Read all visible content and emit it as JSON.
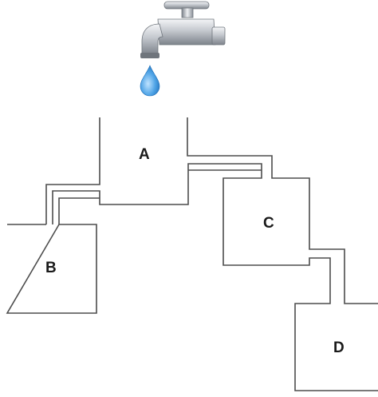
{
  "diagram": {
    "tanks": [
      {
        "id": "A",
        "label": "A"
      },
      {
        "id": "B",
        "label": "B"
      },
      {
        "id": "C",
        "label": "C"
      },
      {
        "id": "D",
        "label": "D"
      }
    ],
    "icons": {
      "faucet": "faucet-icon",
      "water_drop": "water-drop-icon"
    },
    "colors": {
      "line": "#4d4d4d",
      "faucet_metal": "#b8bcc2",
      "water": "#3d8fd4"
    }
  }
}
